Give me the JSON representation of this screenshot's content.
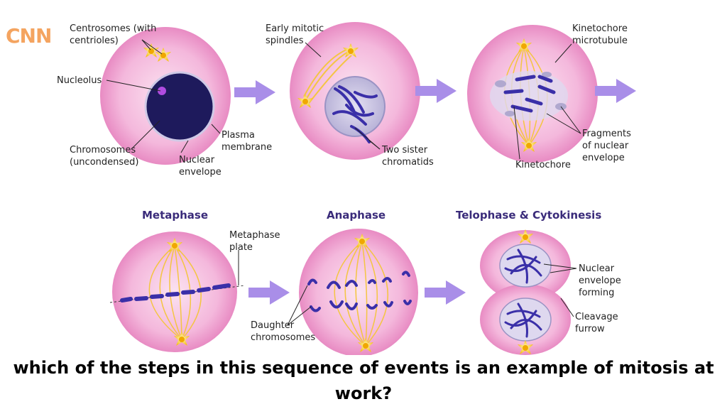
{
  "logo": "CNN",
  "labels": {
    "centrosomes_1": "Centrosomes (with",
    "centrosomes_2": "centrioles)",
    "nucleolus": "Nucleolus",
    "chromosomes_1": "Chromosomes",
    "chromosomes_2": "(uncondensed)",
    "nuclear_env_1": "Nuclear",
    "nuclear_env_2": "envelope",
    "plasma_1": "Plasma",
    "plasma_2": "membrane",
    "early_1": "Early mitotic",
    "early_2": "spindles",
    "sister_1": "Two sister",
    "sister_2": "chromatids",
    "kmt_1": "Kinetochore",
    "kmt_2": "microtubule",
    "kinetochore": "Kinetochore",
    "frag_1": "Fragments",
    "frag_2": "of nuclear",
    "frag_3": "envelope",
    "metaplate_1": "Metaphase",
    "metaplate_2": "plate",
    "daughter_1": "Daughter",
    "daughter_2": "chromosomes",
    "nef_1": "Nuclear",
    "nef_2": "envelope",
    "nef_3": "forming",
    "cleavage_1": "Cleavage",
    "cleavage_2": "furrow"
  },
  "titles": {
    "metaphase": "Metaphase",
    "anaphase": "Anaphase",
    "telophase": "Telophase & Cytokinesis"
  },
  "question": "which of the steps in this sequence of events is an example of mitosis at work?",
  "colors": {
    "cell_pink": "#f2a6d0",
    "cell_inner": "#f9d4ea",
    "chromosome": "#3a2fa8",
    "arrow": "#a98ee8",
    "spindle": "#f4c542",
    "centrosome": "#ffd84a",
    "title": "#3a2b7a"
  }
}
